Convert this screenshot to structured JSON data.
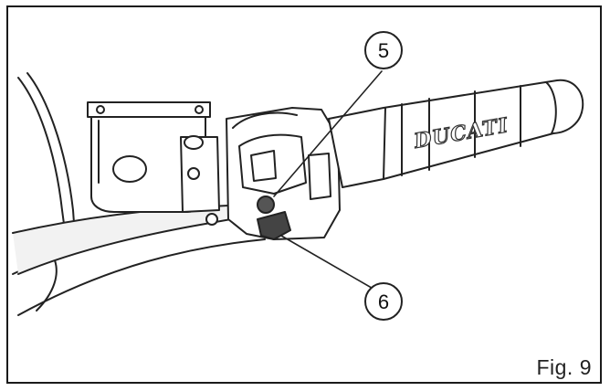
{
  "figure": {
    "label": "Fig. 9",
    "brand_text": "DUCATI",
    "callouts": [
      {
        "id": "5",
        "label": "5"
      },
      {
        "id": "6",
        "label": "6"
      }
    ]
  }
}
